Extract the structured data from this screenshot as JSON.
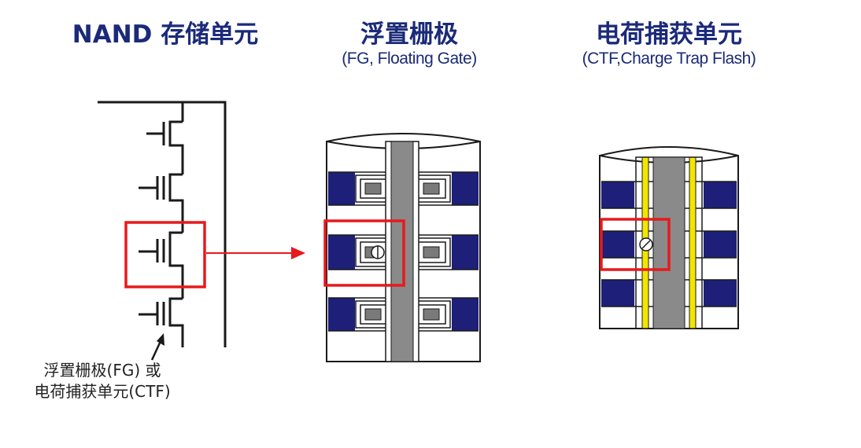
{
  "nand": {
    "title": "NAND 存储单元"
  },
  "floating_gate": {
    "title": "浮置栅极",
    "subtitle": "(FG, Floating Gate)"
  },
  "charge_trap": {
    "title": "电荷捕获单元",
    "subtitle": "(CTF,Charge Trap Flash)"
  },
  "caption": {
    "line1": "浮置栅极(FG) 或",
    "line2": "电荷捕获单元(CTF)"
  },
  "colors": {
    "title": "#1b2a78",
    "word_line": "#1e1f78",
    "channel": "#8a8a8a",
    "highlight": "#e8191b",
    "charge_trap_layer": "#f2e600"
  }
}
